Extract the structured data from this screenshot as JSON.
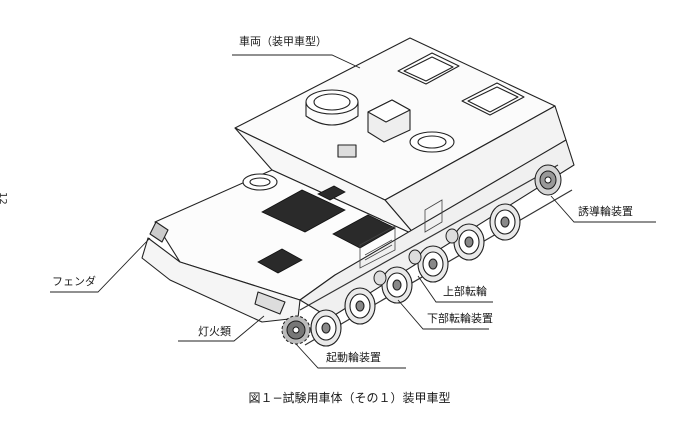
{
  "labels": {
    "hull": "車両（装甲車型）",
    "idler": "誘導輪装置",
    "fender": "フェンダ",
    "return_roller": "上部転輪",
    "road_wheel": "下部転輪装置",
    "lights": "灯火類",
    "sprocket": "起動輪装置"
  },
  "page_number": "12",
  "caption": "図１−試験用車体（その１）装甲車型"
}
